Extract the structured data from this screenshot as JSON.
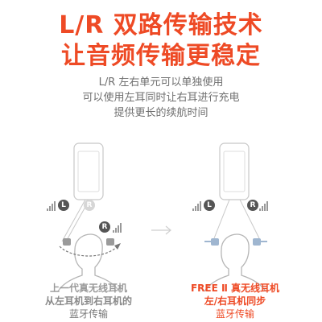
{
  "headline": {
    "line1": "L/R 双路传输技术",
    "line2": "让音频传输更稳定"
  },
  "subtitle": {
    "line1": "L/R 左右单元可以单独使用",
    "line2": "可以使用左耳同时让右耳进行充电",
    "line3": "提供更长的续航时间"
  },
  "left_panel": {
    "badge_l": "L",
    "badge_r": "R",
    "caption_title": "上一代真无线耳机",
    "caption_line2": "从左耳机到右耳机的",
    "caption_line3": "蓝牙传输"
  },
  "right_panel": {
    "badge_l": "L",
    "badge_r": "R",
    "caption_title": "FREE Ⅱ 真无线耳机",
    "caption_line2": "左/右耳机同步",
    "caption_line3": "蓝牙传输"
  },
  "colors": {
    "accent": "#ee4a25",
    "text_gray": "#6f6f6f",
    "line_gray": "#c8c8c8",
    "earbud_blue": "#9fb6d0"
  }
}
